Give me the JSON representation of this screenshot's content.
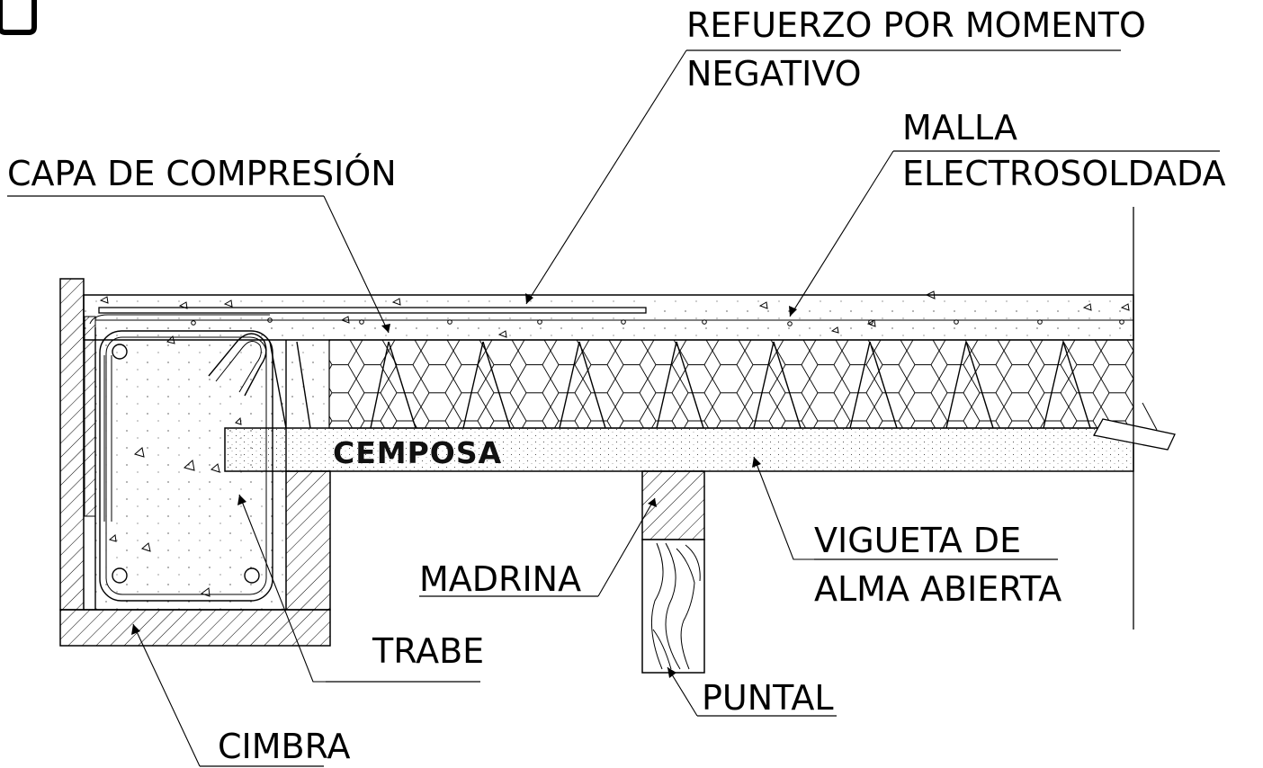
{
  "labels": {
    "refuerzo_line1": "REFUERZO POR MOMENTO",
    "refuerzo_line2": "NEGATIVO",
    "malla_line1": "MALLA",
    "malla_line2": "ELECTROSOLDADA",
    "capa": "CAPA DE COMPRESIÓN",
    "vigueta_line1": "VIGUETA DE",
    "vigueta_line2": "ALMA ABIERTA",
    "madrina": "MADRINA",
    "trabe": "TRABE",
    "puntal": "PUNTAL",
    "cimbra": "CIMBRA"
  },
  "logo": {
    "text": "CEMPOSA"
  }
}
